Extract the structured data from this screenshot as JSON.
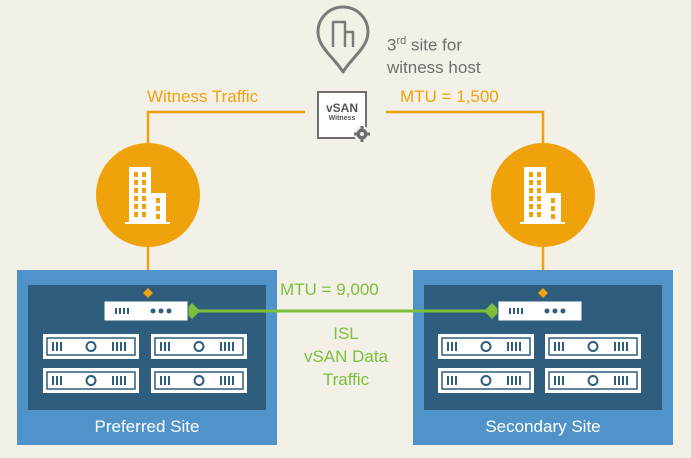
{
  "witness_site": {
    "line1_prefix": "3",
    "line1_sup": "rd",
    "line1_suffix": " site for",
    "line2": "witness host",
    "icon": "map-pin-building-icon"
  },
  "witness_appliance": {
    "title": "vSAN",
    "subtitle": "Witness",
    "icon": "gear-icon"
  },
  "labels": {
    "witness_traffic": "Witness Traffic",
    "mtu_witness": "MTU = 1,500",
    "mtu_isl": "MTU = 9,000",
    "isl_line1": "ISL",
    "isl_line2": "vSAN Data",
    "isl_line3": "Traffic"
  },
  "sites": {
    "preferred": {
      "label": "Preferred Site",
      "icon": "building-icon"
    },
    "secondary": {
      "label": "Secondary Site",
      "icon": "building-icon"
    }
  },
  "colors": {
    "background": "#f3f1e7",
    "orange": "#f0a20a",
    "green": "#7bbf3a",
    "site_outer": "#4f93c9",
    "site_inner": "#2e5d7d",
    "gray_text": "#6e6e6e"
  }
}
